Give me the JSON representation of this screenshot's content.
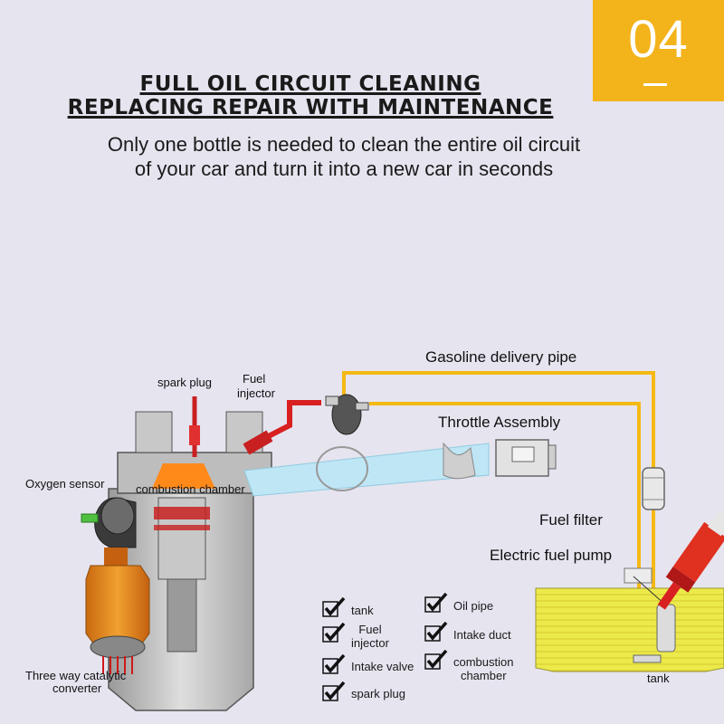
{
  "badge": {
    "number": "04"
  },
  "heading": {
    "line1": "FULL OIL CIRCUIT CLEANING",
    "line2": "REPLACING REPAIR WITH MAINTENANCE"
  },
  "subtitle": {
    "line1": "Only one bottle is needed to clean the entire oil circuit",
    "line2": "of your car and turn it into a new car in seconds"
  },
  "diagram_labels": {
    "gasoline_delivery_pipe": "Gasoline delivery pipe",
    "spark_plug": "spark plug",
    "fuel_injector_1": "Fuel",
    "fuel_injector_2": "injector",
    "throttle_assembly": "Throttle Assembly",
    "oxygen_sensor": "Oxygen sensor",
    "combustion_chamber": "combustion chamber",
    "fuel_filter": "Fuel filter",
    "electric_fuel_pump": "Electric fuel pump",
    "catalytic_1": "Three way catalytic",
    "catalytic_2": "converter",
    "tank": "tank"
  },
  "checklist": [
    {
      "label": "tank"
    },
    {
      "label": "Fuel\ninjector"
    },
    {
      "label": "Intake valve"
    },
    {
      "label": "spark plug"
    },
    {
      "label": "Oil pipe"
    },
    {
      "label": "Intake duct"
    },
    {
      "label": "combustion\nchamber"
    }
  ],
  "colors": {
    "background": "#e6e4ef",
    "badge": "#f3b31a",
    "fuel_line": "#f5b914",
    "tank": "#e8e545",
    "injector_red": "#d82020",
    "airflow": "#bfe6f5"
  }
}
